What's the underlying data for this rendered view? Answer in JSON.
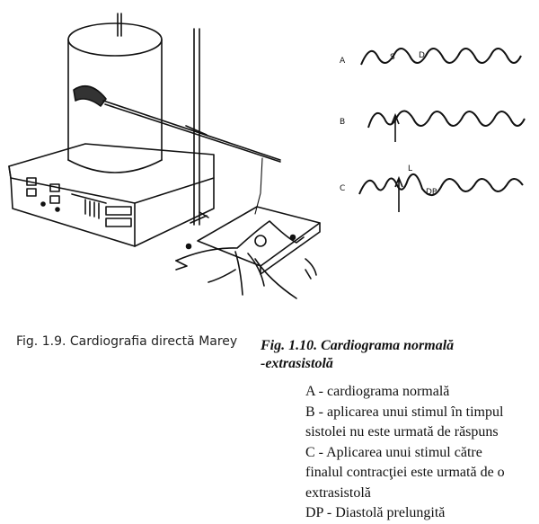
{
  "apparatus": {
    "label": "Marey cardiograph apparatus illustration"
  },
  "traces": [
    {
      "letter": "A",
      "annotations": [
        "S",
        "D"
      ]
    },
    {
      "letter": "B",
      "annotations": []
    },
    {
      "letter": "C",
      "annotations": [
        "L",
        "DP"
      ]
    }
  ],
  "fig19_caption": "Fig. 1.9. Cardiografia directă Marey",
  "fig110": {
    "title_line1": "Fig. 1.10. Cardiograma normală",
    "title_line2": "-extrasistolă"
  },
  "legend": [
    "A - cardiograma normală",
    "B - aplicarea unui stimul în timpul",
    "sistolei nu este urmată de răspuns",
    "C - Aplicarea unui stimul către",
    "finalul contracţiei este urmată de o",
    "extrasistolă",
    "DP - Diastolă prelungită"
  ]
}
